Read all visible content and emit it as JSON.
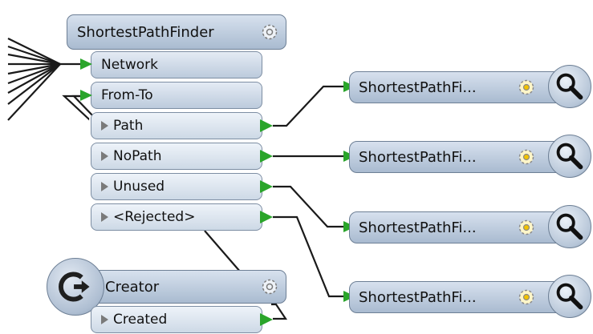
{
  "colors": {
    "wire": "#1a1a1a",
    "port_arrow": "#2aa52a",
    "node_fill": "#b8c8da",
    "node_border": "#6d7f95"
  },
  "transformer": {
    "title": "ShortestPathFinder",
    "icon": "gear-icon",
    "inputs": [
      "Network",
      "From-To"
    ],
    "outputs": [
      "Path",
      "NoPath",
      "Unused",
      "<Rejected>"
    ]
  },
  "creator": {
    "title": "Creator",
    "icon": "creator-run-icon",
    "settings_icon": "gear-icon",
    "outputs": [
      "Created"
    ]
  },
  "inspectors": [
    {
      "label": "ShortestPathFi...",
      "icon": "gear-icon",
      "inspect_icon": "magnifier-icon"
    },
    {
      "label": "ShortestPathFi...",
      "icon": "gear-icon",
      "inspect_icon": "magnifier-icon"
    },
    {
      "label": "ShortestPathFi...",
      "icon": "gear-icon",
      "inspect_icon": "magnifier-icon"
    },
    {
      "label": "ShortestPathFi...",
      "icon": "gear-icon",
      "inspect_icon": "magnifier-icon"
    }
  ]
}
